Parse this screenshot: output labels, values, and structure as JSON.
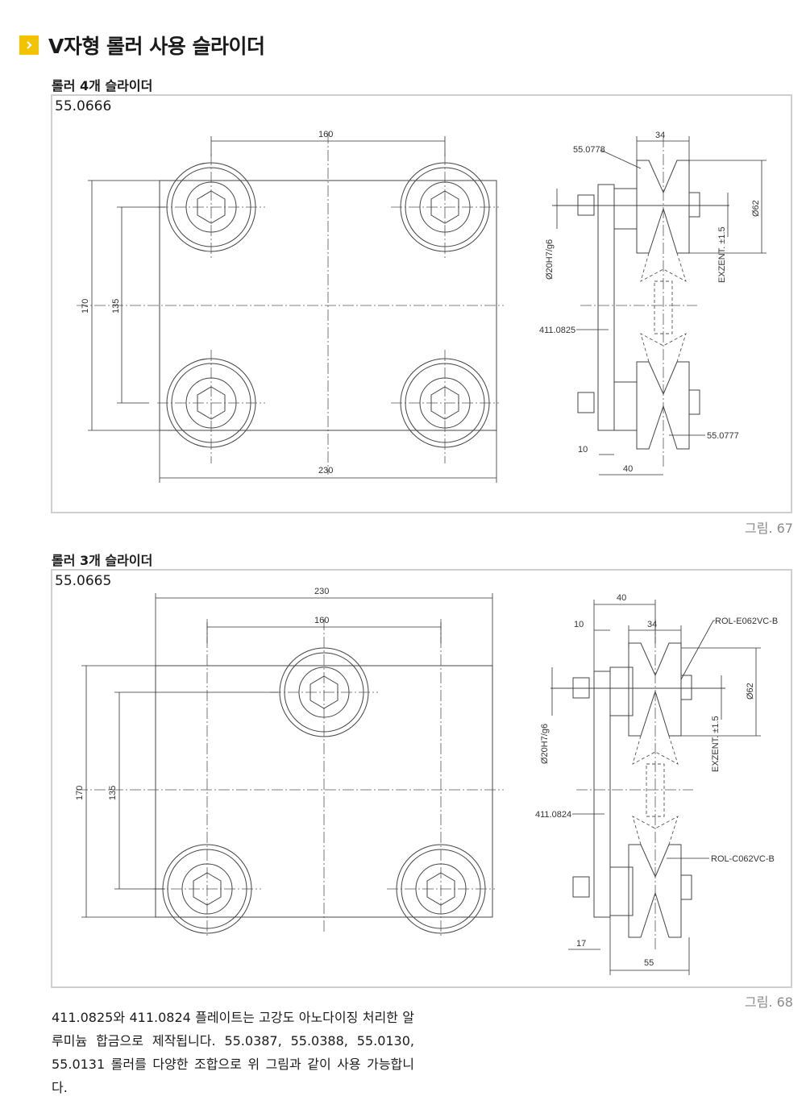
{
  "header": {
    "title": "V자형 롤러 사용 슬라이더"
  },
  "section1": {
    "heading": "롤러 4개 슬라이더",
    "part_number": "55.0666",
    "figure_label": "그림. 67",
    "drawing": {
      "dim_160": "160",
      "dim_230": "230",
      "dim_170": "170",
      "dim_135": "135",
      "dim_34": "34",
      "dim_d62": "Ø62",
      "dim_10": "10",
      "dim_40": "40",
      "fit": "Ø20H7/g6",
      "exzent": "EXZENT. ±1.5",
      "ref_top": "55.0778",
      "ref_plate": "411.0825",
      "ref_bottom": "55.0777"
    }
  },
  "section2": {
    "heading": "롤러 3개 슬라이더",
    "part_number": "55.0665",
    "figure_label": "그림. 68",
    "drawing": {
      "dim_230": "230",
      "dim_160": "160",
      "dim_170": "170",
      "dim_135": "135",
      "dim_40": "40",
      "dim_10": "10",
      "dim_34": "34",
      "dim_d62": "Ø62",
      "dim_17": "17",
      "dim_55": "55",
      "fit": "Ø20H7/g6",
      "exzent": "EXZENT. ±1.5",
      "ref_top": "ROL-E062VC-B",
      "ref_plate": "411.0824",
      "ref_bottom": "ROL-C062VC-B"
    }
  },
  "description": "411.0825와 411.0824 플레이트는 고강도 아노다이징 처리한 알루미늄 합금으로 제작됩니다. 55.0387, 55.0388, 55.0130, 55.0131 롤러를 다양한 조합으로 위 그림과 같이 사용 가능합니다.",
  "colors": {
    "accent": "#f2c400",
    "panel_border": "#cfcfcf",
    "figure_label": "#8a8a8a"
  }
}
